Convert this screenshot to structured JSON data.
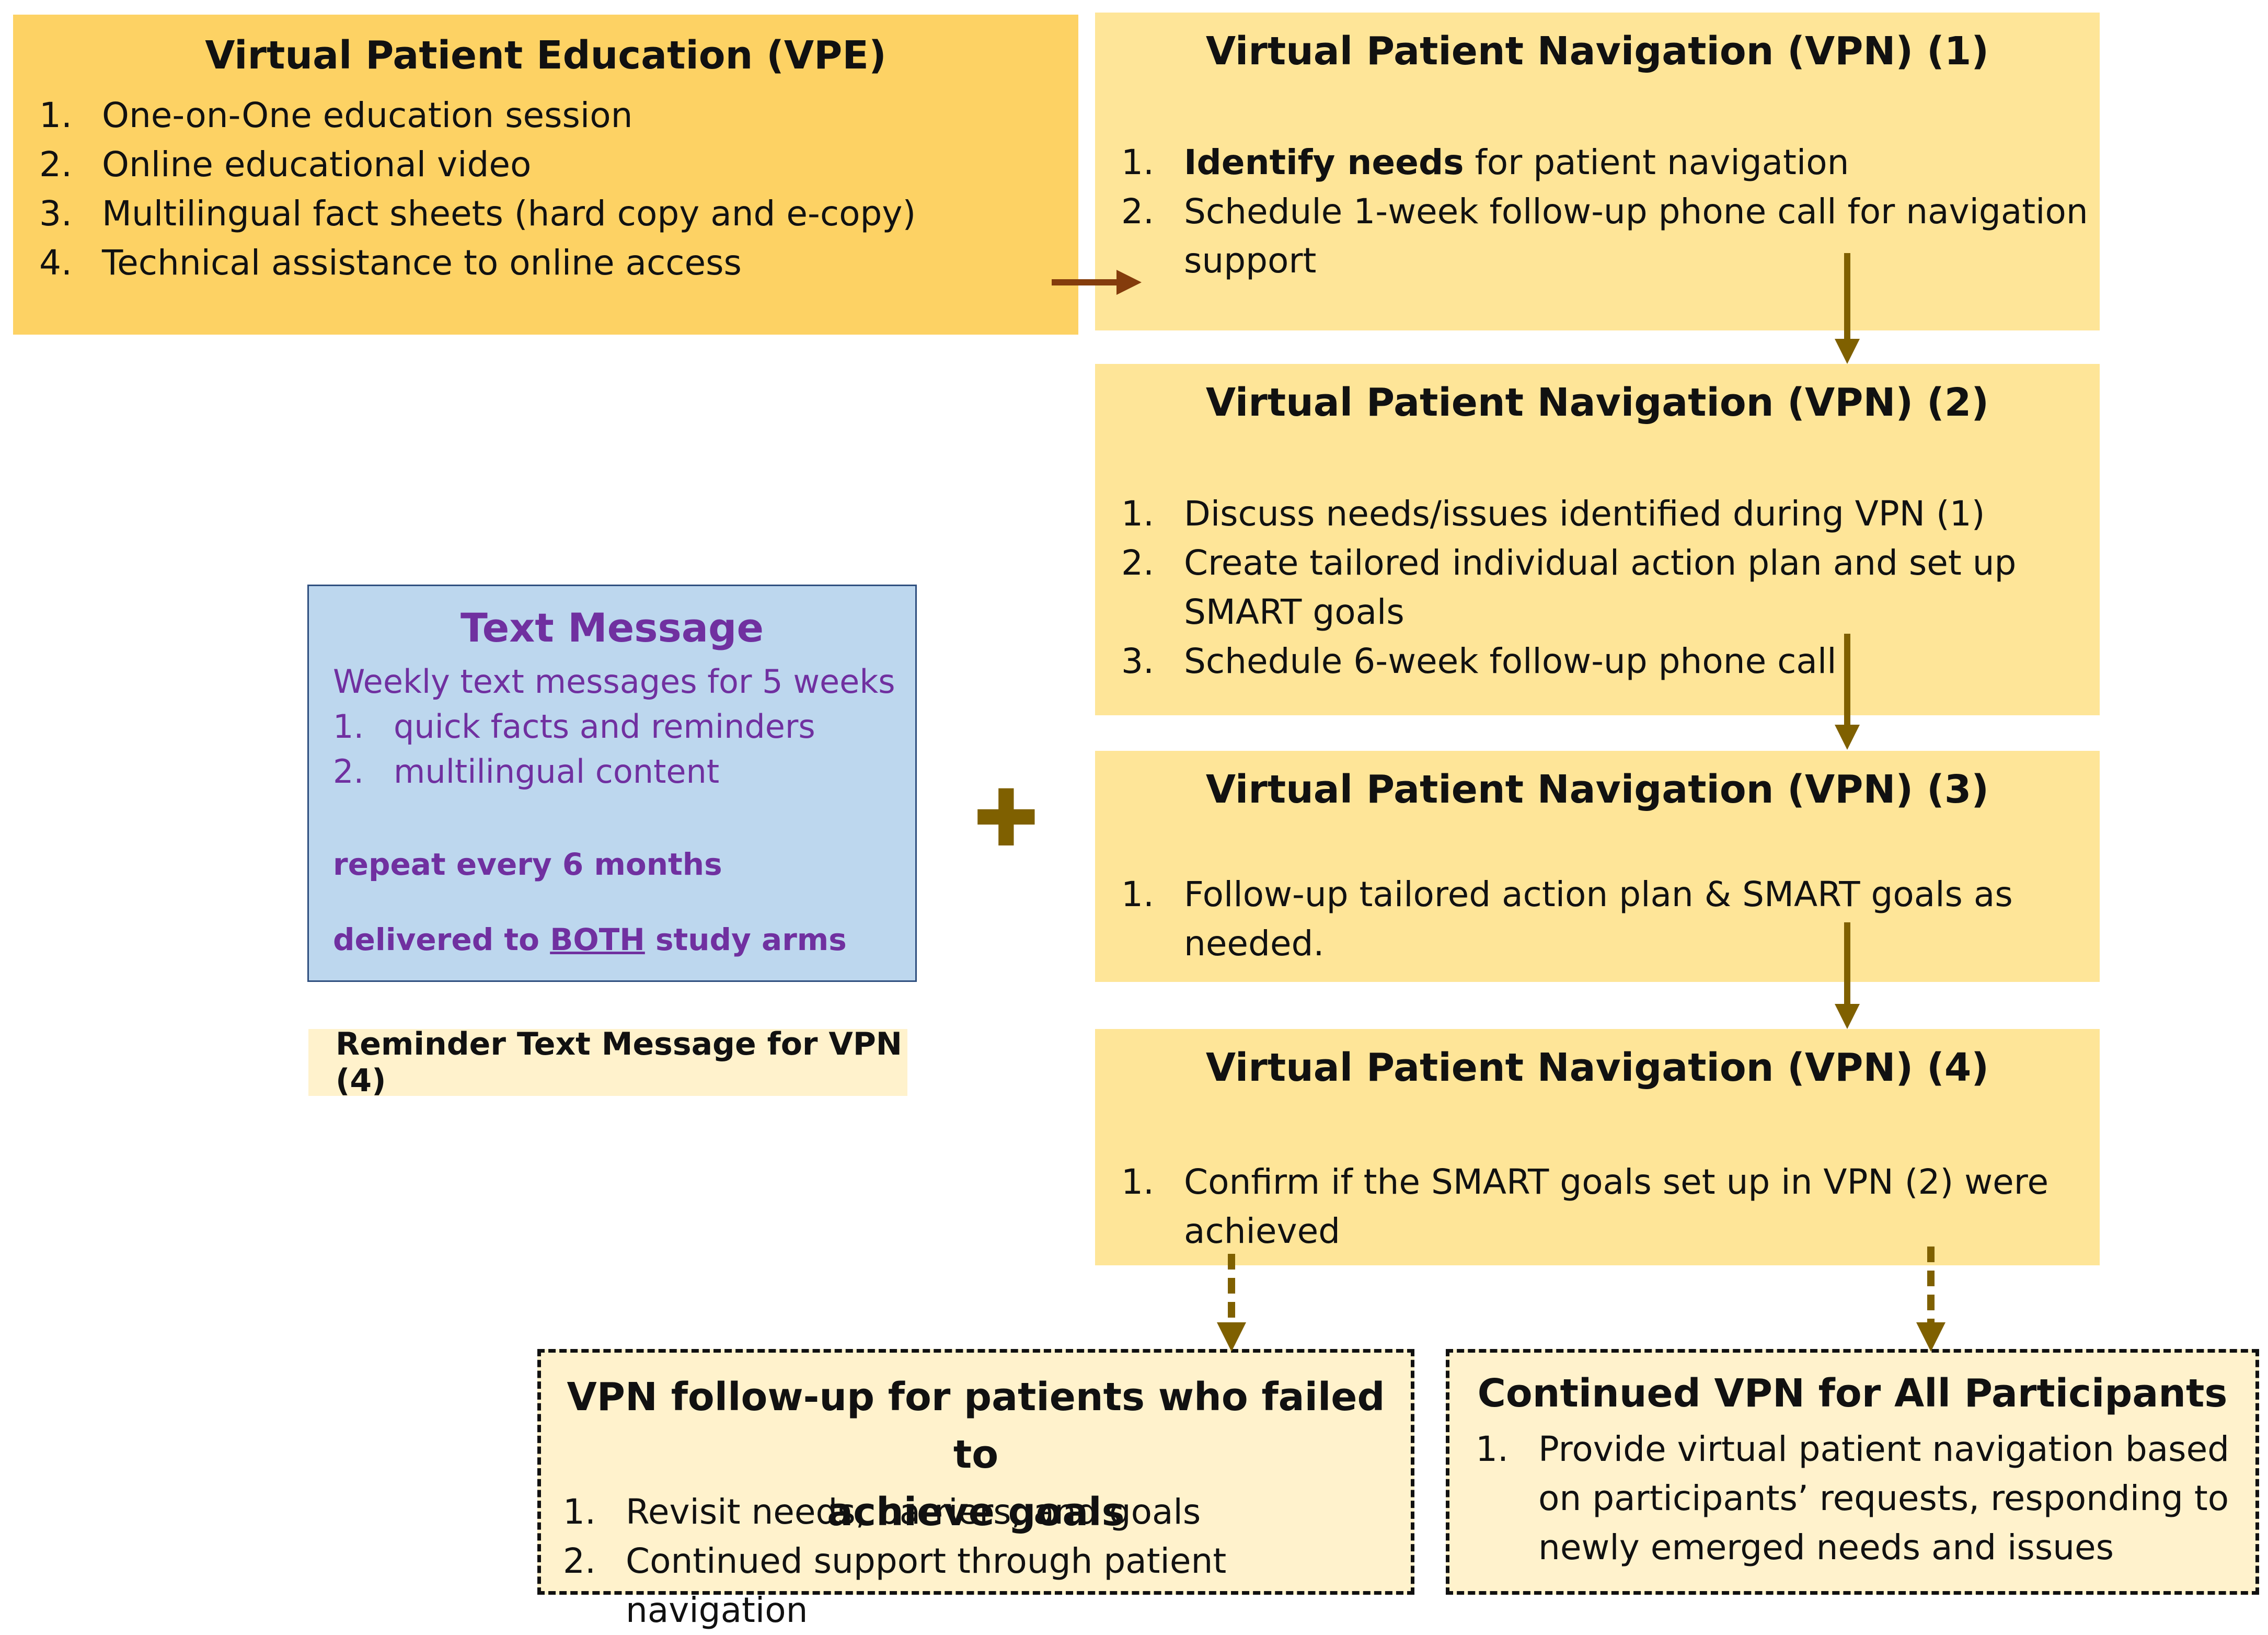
{
  "vpe": {
    "title": "Virtual Patient Education (VPE)",
    "items": [
      "One-on-One education session",
      "Online educational video",
      "Multilingual fact sheets (hard copy and e-copy)",
      "Technical assistance to online access"
    ]
  },
  "vpn1": {
    "title": "Virtual Patient Navigation (VPN) (1)",
    "item1_bold": "Identify needs",
    "item1_rest": " for patient navigation",
    "item2_line1": "Schedule 1-week follow-up phone call for navigation",
    "item2_line2": "support"
  },
  "vpn2": {
    "title": "Virtual Patient Navigation (VPN) (2)",
    "item1": "Discuss needs/issues identified during VPN (1)",
    "item2_line1": "Create tailored individual action plan and set up",
    "item2_line2": "SMART goals",
    "item3": "Schedule 6-week follow-up phone call"
  },
  "vpn3": {
    "title": "Virtual Patient Navigation (VPN) (3)",
    "item1_line1": "Follow-up tailored action plan & SMART goals as",
    "item1_line2": "needed."
  },
  "vpn4": {
    "title": "Virtual Patient Navigation (VPN) (4)",
    "item1_line1": "Confirm if the SMART goals set up in VPN (2) were",
    "item1_line2": "achieved"
  },
  "text_message": {
    "title": "Text Message",
    "intro": "Weekly text messages for 5 weeks",
    "items": [
      "quick facts and reminders",
      "multilingual content"
    ],
    "repeat": "repeat every 6 months",
    "delivered_pre": "delivered to ",
    "delivered_both": "BOTH",
    "delivered_post": " study arms"
  },
  "reminder": {
    "label": "Reminder Text Message for VPN (4)"
  },
  "plus_symbol": "✚",
  "followup": {
    "title_line1": "VPN follow-up for patients who failed to",
    "title_line2": "achieve goals",
    "items": [
      "Revisit needs, barriers, and goals",
      "Continued support through patient navigation"
    ]
  },
  "continued": {
    "title": "Continued VPN for All Participants",
    "item1_line1": "Provide virtual patient navigation based",
    "item1_line2": "on participants’ requests, responding to",
    "item1_line3": "newly emerged needs and issues"
  },
  "numbers": [
    "1.",
    "2.",
    "3.",
    "4."
  ],
  "colors": {
    "vpe_fill": "#fdd264",
    "vpn_fill": "#fee598",
    "text_message_fill": "#bdd7ee",
    "text_message_text": "#7030a0",
    "reminder_fill": "#fff2cc",
    "dashed_fill": "#fff2cc",
    "arrow": "#7f6000",
    "vpe_arrow": "#843c0c"
  }
}
